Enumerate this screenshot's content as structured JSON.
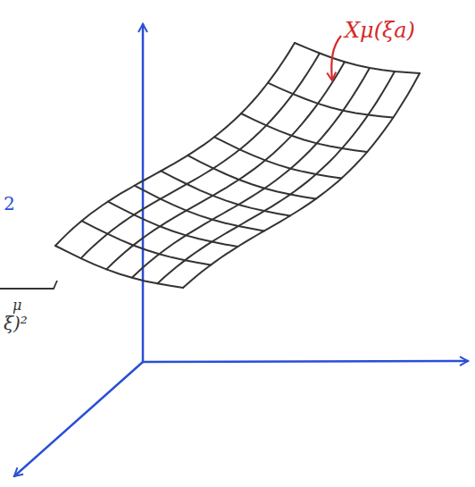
{
  "diagram": {
    "labels": [
      "Xμ(ξa)",
      "2",
      "μ",
      "ξ)²"
    ]
  }
}
